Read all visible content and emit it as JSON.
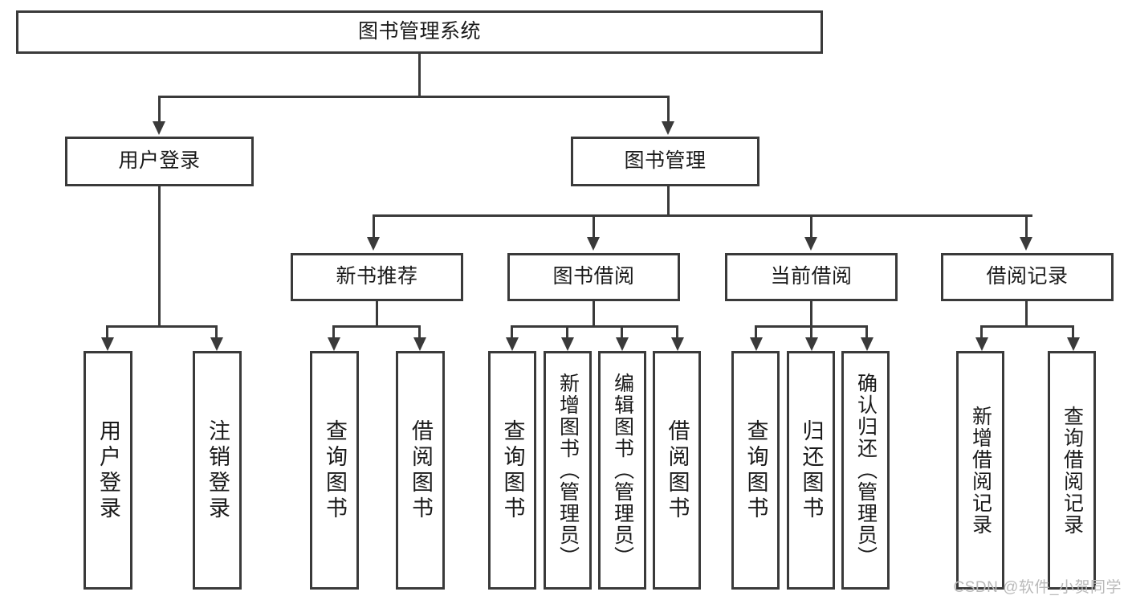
{
  "diagram": {
    "title": "图书管理系统",
    "type": "tree",
    "colors": {
      "stroke": "#3a3a3a",
      "fill": "#ffffff",
      "text": "#1a1a1a",
      "watermark": "#b9b9b9"
    },
    "levels": {
      "root": {
        "label": "图书管理系统"
      },
      "level2": [
        {
          "label": "用户登录"
        },
        {
          "label": "图书管理"
        }
      ],
      "level3": [
        {
          "label": "新书推荐"
        },
        {
          "label": "图书借阅"
        },
        {
          "label": "当前借阅"
        },
        {
          "label": "借阅记录"
        }
      ],
      "leaves": [
        {
          "label": "用户登录",
          "parent": "用户登录"
        },
        {
          "label": "注销登录",
          "parent": "用户登录"
        },
        {
          "label": "查询图书",
          "parent": "新书推荐"
        },
        {
          "label": "借阅图书",
          "parent": "新书推荐"
        },
        {
          "label": "查询图书",
          "parent": "图书借阅"
        },
        {
          "label": "新增图书（管理员）",
          "parent": "图书借阅"
        },
        {
          "label": "编辑图书（管理员）",
          "parent": "图书借阅"
        },
        {
          "label": "借阅图书",
          "parent": "图书借阅"
        },
        {
          "label": "查询图书",
          "parent": "当前借阅"
        },
        {
          "label": "归还图书",
          "parent": "当前借阅"
        },
        {
          "label": "确认归还（管理员）",
          "parent": "当前借阅"
        },
        {
          "label": "新增借阅记录",
          "parent": "借阅记录"
        },
        {
          "label": "查询借阅记录",
          "parent": "借阅记录"
        }
      ]
    }
  },
  "watermark": {
    "text": "CSDN @软件_小贺同学"
  }
}
